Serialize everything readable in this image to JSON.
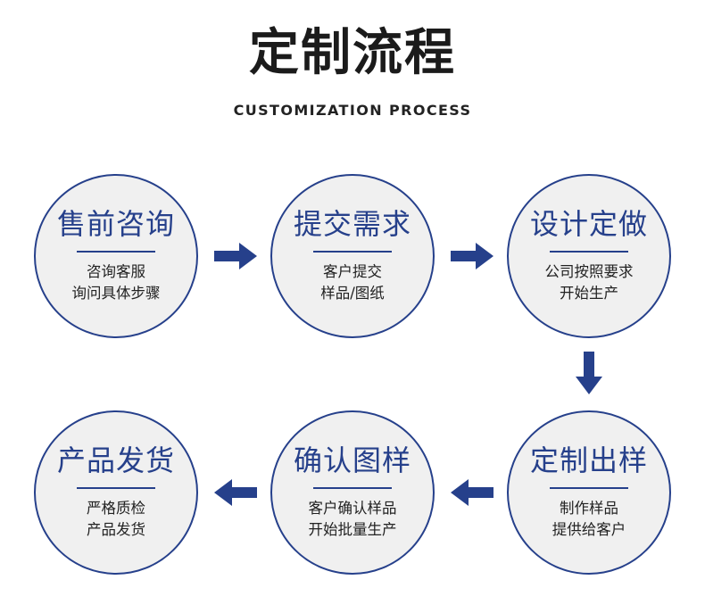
{
  "header": {
    "title": "定制流程",
    "subtitle": "CUSTOMIZATION PROCESS"
  },
  "colors": {
    "accent": "#26408b",
    "circle_fill": "#f0f0f0",
    "title_text": "#1b1b1b"
  },
  "steps": [
    {
      "title": "售前咨询",
      "desc1": "咨询客服",
      "desc2": "询问具体步骤"
    },
    {
      "title": "提交需求",
      "desc1": "客户提交",
      "desc2": "样品/图纸"
    },
    {
      "title": "设计定做",
      "desc1": "公司按照要求",
      "desc2": "开始生产"
    },
    {
      "title": "定制出样",
      "desc1": "制作样品",
      "desc2": "提供给客户"
    },
    {
      "title": "确认图样",
      "desc1": "客户确认样品",
      "desc2": "开始批量生产"
    },
    {
      "title": "产品发货",
      "desc1": "严格质检",
      "desc2": "产品发货"
    }
  ],
  "arrows": [
    "right-arrow-icon",
    "right-arrow-icon",
    "down-arrow-icon",
    "left-arrow-icon",
    "left-arrow-icon"
  ]
}
